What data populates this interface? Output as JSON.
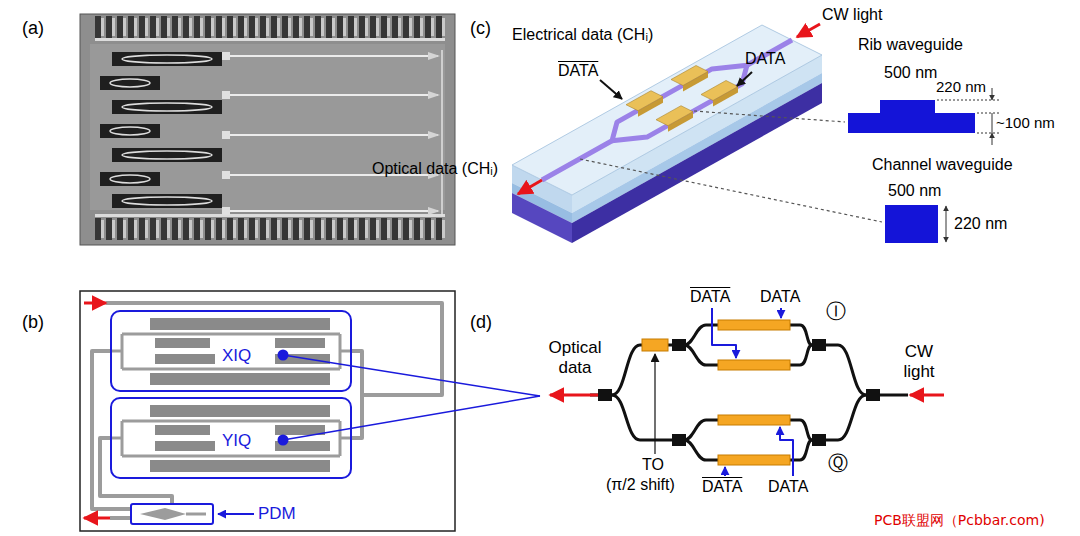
{
  "diagram": {
    "nodes": [
      {
        "text": [
          "XIQ"
        ]
      },
      {
        "text": [
          "YIQ"
        ]
      },
      {
        "text": [
          "PDM"
        ]
      }
    ],
    "labels": [
      "(a)",
      "(b)",
      "(c)",
      "(d)",
      "Electrical data (CHᵢ)",
      "CW light",
      "DATA",
      "DATA",
      "Optical data (CHᵢ)",
      "Rib waveguide",
      "500 nm",
      "220 nm",
      "~100 nm",
      "Channel waveguide",
      "500 nm",
      "220 nm",
      "Optical data",
      "CW light",
      "DATA",
      "DATA",
      "Ⓘ",
      "Ⓠ",
      "DATA",
      "DATA",
      "TO",
      "(π/2 shift)",
      "PCB联盟网（Pcbbar.com)"
    ]
  }
}
